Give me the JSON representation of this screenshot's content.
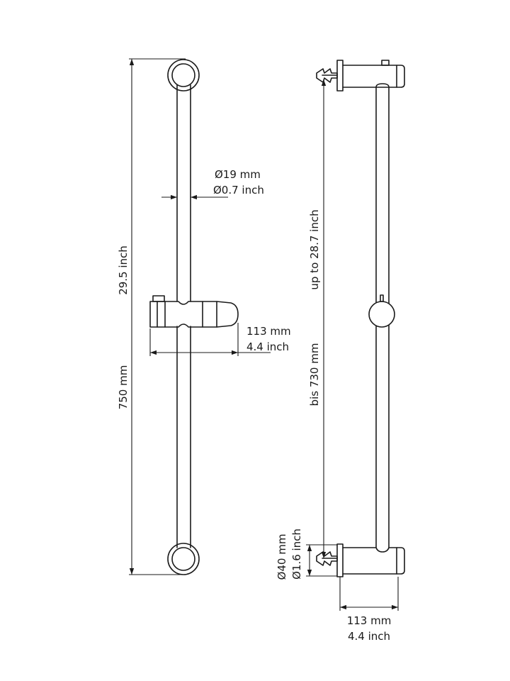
{
  "front_view": {
    "height_inch": "29.5 inch",
    "height_mm": "750 mm",
    "rod_diameter_mm": "Ø19 mm",
    "rod_diameter_inch": "Ø0.7 inch",
    "slider_depth_mm": "113 mm",
    "slider_depth_inch": "4.4 inch"
  },
  "side_view": {
    "distance_inch": "up to 28.7 inch",
    "distance_mm": "bis 730 mm",
    "bracket_diameter_mm": "Ø40 mm",
    "bracket_diameter_inch": "Ø1.6 inch",
    "bracket_depth_mm": "113 mm",
    "bracket_depth_inch": "4.4 inch"
  }
}
